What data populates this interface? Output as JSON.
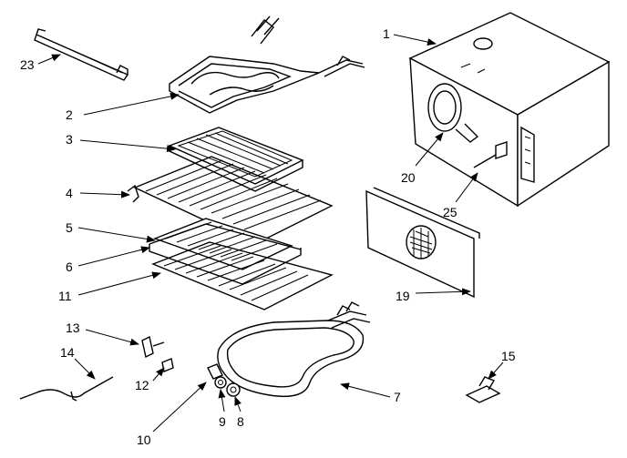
{
  "diagram": {
    "callouts": [
      {
        "id": "c1",
        "label": "1"
      },
      {
        "id": "c2",
        "label": "2"
      },
      {
        "id": "c3",
        "label": "3"
      },
      {
        "id": "c4",
        "label": "4"
      },
      {
        "id": "c5",
        "label": "5"
      },
      {
        "id": "c6",
        "label": "6"
      },
      {
        "id": "c7",
        "label": "7"
      },
      {
        "id": "c8",
        "label": "8"
      },
      {
        "id": "c9",
        "label": "9"
      },
      {
        "id": "c10",
        "label": "10"
      },
      {
        "id": "c11",
        "label": "11"
      },
      {
        "id": "c12",
        "label": "12"
      },
      {
        "id": "c13",
        "label": "13"
      },
      {
        "id": "c14",
        "label": "14"
      },
      {
        "id": "c15",
        "label": "15"
      },
      {
        "id": "c19",
        "label": "19"
      },
      {
        "id": "c20",
        "label": "20"
      },
      {
        "id": "c23",
        "label": "23"
      },
      {
        "id": "c25",
        "label": "25"
      }
    ]
  }
}
